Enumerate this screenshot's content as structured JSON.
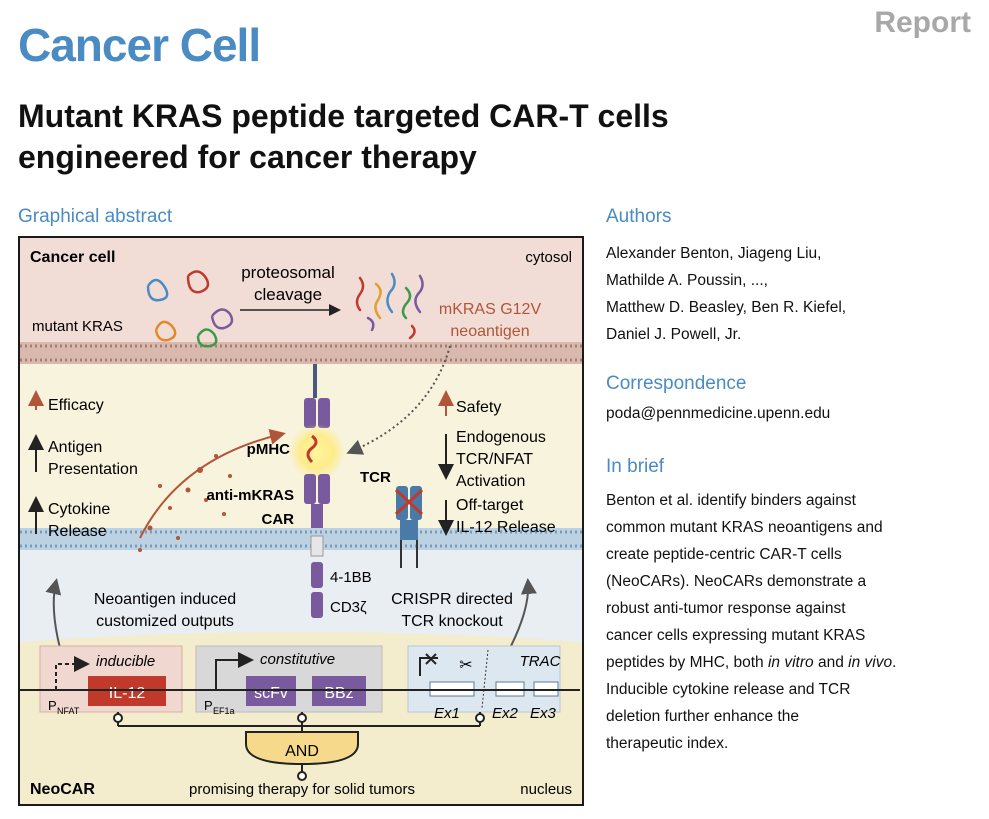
{
  "header": {
    "journal": "Cancer Cell",
    "article_type": "Report"
  },
  "title": {
    "line1": "Mutant KRAS peptide targeted CAR-T cells",
    "line2": "engineered for cancer therapy"
  },
  "graphical_abstract": {
    "heading": "Graphical abstract",
    "labels": {
      "cancer_cell": "Cancer cell",
      "cytosol": "cytosol",
      "proteosomal1": "proteosomal",
      "proteosomal2": "cleavage",
      "mutant_kras": "mutant KRAS",
      "neoantigen1": "mKRAS G12V",
      "neoantigen2": "neoantigen",
      "efficacy": "Efficacy",
      "antigen1": "Antigen",
      "antigen2": "Presentation",
      "cytokine1": "Cytokine",
      "cytokine2": "Release",
      "pmhc": "pMHC",
      "tcr": "TCR",
      "anti_mkras": "anti-mKRAS",
      "car": "CAR",
      "safety": "Safety",
      "endo1": "Endogenous",
      "endo2": "TCR/NFAT",
      "endo3": "Activation",
      "offtarget1": "Off-target",
      "offtarget2": "IL-12 Release",
      "bb4": "4-1BB",
      "cd3": "CD3ζ",
      "neo_out1": "Neoantigen induced",
      "neo_out2": "customized outputs",
      "crispr1": "CRISPR directed",
      "crispr2": "TCR knockout",
      "inducible": "inducible",
      "constitutive": "constitutive",
      "il12": "IL-12",
      "p_nfat": "P",
      "p_nfat_sub": "NFAT",
      "p_ef1a": "P",
      "p_ef1a_sub": "EF1a",
      "scfv": "scFv",
      "bbz": "BBz",
      "trac": "TRAC",
      "ex1": "Ex1",
      "ex2": "Ex2",
      "ex3": "Ex3",
      "and": "AND",
      "neocar": "NeoCAR",
      "therapy": "promising therapy for solid tumors",
      "nucleus": "nucleus"
    }
  },
  "authors": {
    "heading": "Authors",
    "lines": [
      "Alexander Benton, Jiageng Liu,",
      "Mathilde A. Poussin, ...,",
      "Matthew D. Beasley, Ben R. Kiefel,",
      "Daniel J. Powell, Jr."
    ]
  },
  "correspondence": {
    "heading": "Correspondence",
    "email": "poda@pennmedicine.upenn.edu"
  },
  "in_brief": {
    "heading": "In brief",
    "lines": [
      "Benton et al. identify binders against",
      "common mutant KRAS neoantigens and",
      "create peptide-centric CAR-T cells",
      "(NeoCARs). NeoCARs demonstrate a",
      "robust anti-tumor response against",
      "cancer cells expressing mutant KRAS"
    ],
    "line7_pre": "peptides by MHC, both ",
    "line7_it1": "in vitro",
    "line7_mid": " and ",
    "line7_it2": "in vivo",
    "line7_post": ".",
    "line8": "Inducible cytokine release and TCR",
    "line9": "deletion further enhance the",
    "line10": "therapeutic index."
  },
  "colors": {
    "accent": "#4a8bc4",
    "report_gray": "#a8a8a8",
    "car_purple": "#7a5a9e",
    "il12_red": "#c0392b",
    "arrow_red": "#b0553a"
  }
}
